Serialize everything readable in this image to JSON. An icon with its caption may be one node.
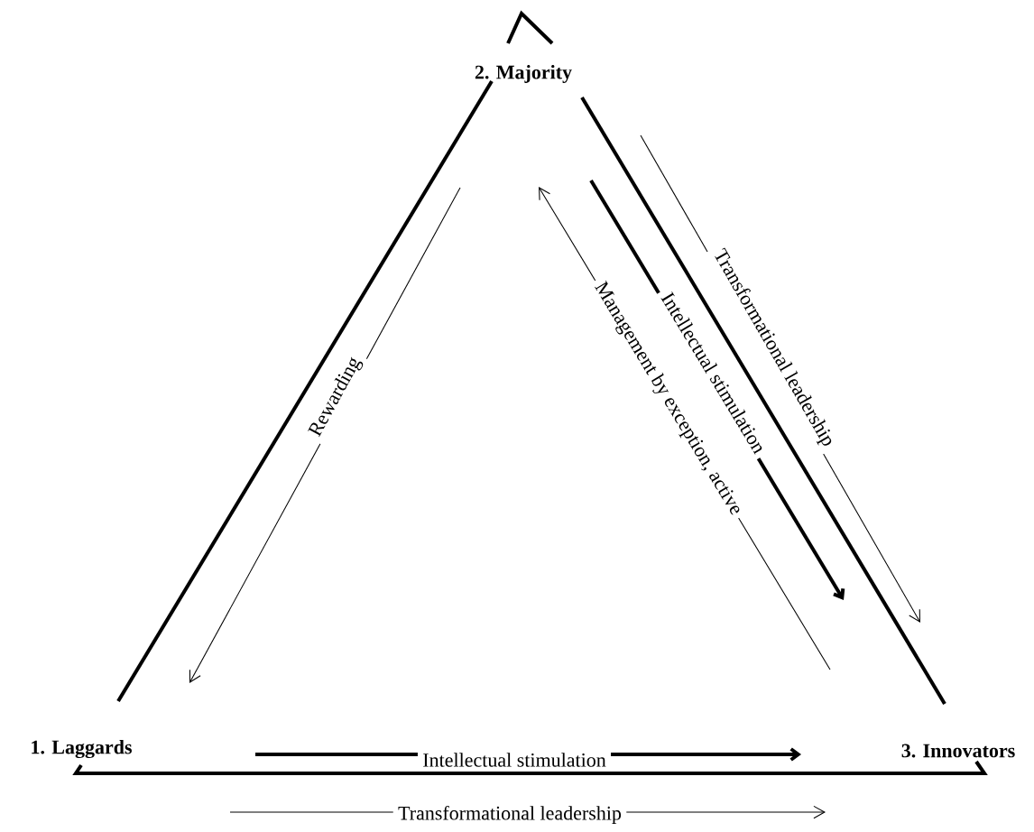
{
  "diagram": {
    "nodes": [
      {
        "text": [
          "2. Majority"
        ]
      },
      {
        "text": [
          "1. Laggards"
        ]
      },
      {
        "text": [
          "3. Innovators"
        ]
      }
    ],
    "edges": [
      {
        "from": 0,
        "to": 1,
        "arrow": "none"
      },
      {
        "from": 0,
        "to": 2,
        "arrow": "none"
      },
      {
        "from": 1,
        "to": 2,
        "arrow": "none"
      }
    ],
    "labels": [
      "Rewarding",
      "Management by exception, active",
      "Intellectual stimulation",
      "Transformational leadership",
      "Intellectual stimulation",
      "Transformational leadership"
    ]
  }
}
